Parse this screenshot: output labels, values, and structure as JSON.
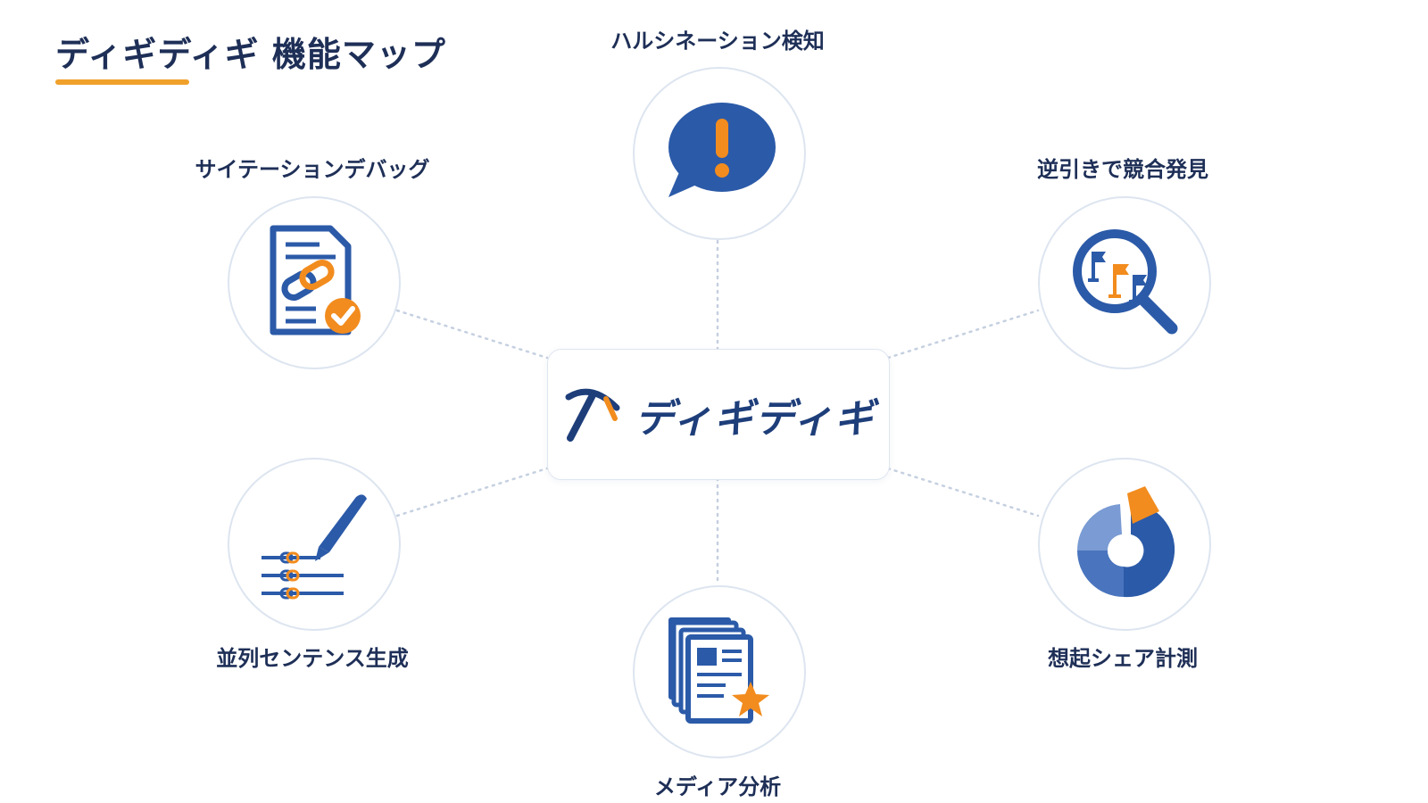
{
  "title": "ディギディギ 機能マップ",
  "center": {
    "logo_text": "ディギディギ"
  },
  "nodes": {
    "hallucination": {
      "label": "ハルシネーション検知",
      "icon": "alert-speech-bubble-icon"
    },
    "citation": {
      "label": "サイテーションデバッグ",
      "icon": "document-link-check-icon"
    },
    "reverse_lookup": {
      "label": "逆引きで競合発見",
      "icon": "magnifier-flags-icon"
    },
    "parallel_sentence": {
      "label": "並列センテンス生成",
      "icon": "pen-link-lines-icon"
    },
    "recall_share": {
      "label": "想起シェア計測",
      "icon": "donut-chart-icon"
    },
    "media_analysis": {
      "label": "メディア分析",
      "icon": "documents-star-icon"
    }
  },
  "colors": {
    "navy": "#1e2f57",
    "blue": "#2b5aa8",
    "orange": "#f28c1e",
    "accent_underline": "#f0a12b"
  }
}
